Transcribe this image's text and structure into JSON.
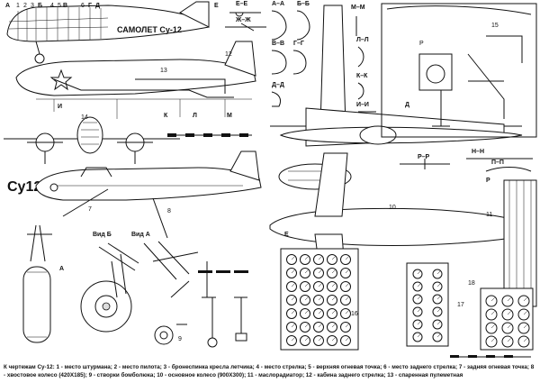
{
  "drawing": {
    "title": "САМОЛЕТ Су-12",
    "side_logo": "Су12",
    "section_labels": [
      "А–А",
      "Б–Б",
      "М–М",
      "В–В",
      "Г–Г",
      "Л–Л",
      "Д–Д",
      "К–К",
      "И–И",
      "Н–Н",
      "П–П",
      "Р–Р",
      "Е–Е",
      "Ж–Ж"
    ],
    "top_letters": [
      "А",
      "Б",
      "В",
      "Г",
      "Д",
      "Е"
    ],
    "fuselage_letters": [
      "И",
      "К",
      "Л",
      "М"
    ],
    "view_labels": [
      "Вид Б",
      "Вид А"
    ],
    "numbers": [
      "1",
      "2",
      "3",
      "4",
      "5",
      "6",
      "7",
      "8",
      "9",
      "10",
      "11",
      "12",
      "13",
      "14",
      "15",
      "16",
      "17",
      "18"
    ],
    "scale_label": "Р",
    "caption_text": "К чертежам Су-12: 1 - место штурмана; 2 - место пилота; 3 - бронеспинка кресла летчика; 4 - место стрелка; 5 - верхняя огневая точка; 6 - место заднего стрелка; 7 - задняя огневая точка; 8 - хвостовое колесо (420Х185); 9 - створки бомболюка; 10 - основное колесо (900Х300); 11 - маслорадиатор; 12 - кабина заднего стрелка; 13 - спаренная пулеметная"
  }
}
